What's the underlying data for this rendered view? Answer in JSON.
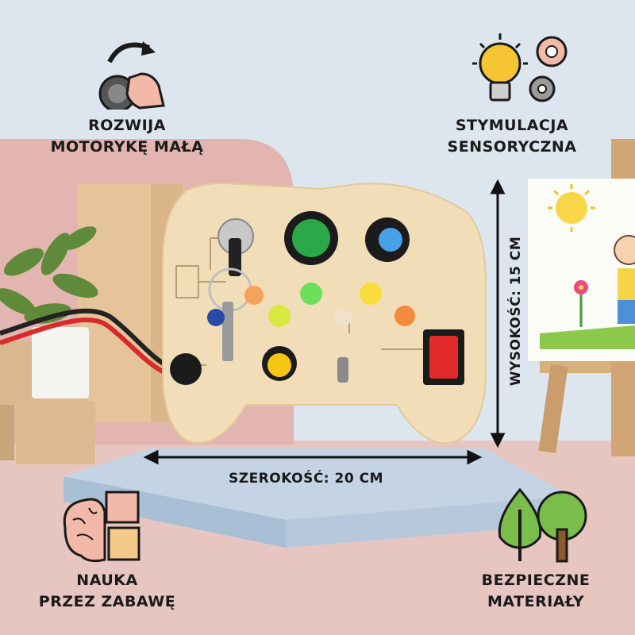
{
  "features": {
    "fine_motor": {
      "line1": "ROZWIJA",
      "line2": "MOTORYKĘ MAŁĄ",
      "icon": "hand-turning-knob-icon"
    },
    "sensory": {
      "line1": "STYMULACJA",
      "line2": "SENSORYCZNA",
      "icon": "lightbulb-gears-icon"
    },
    "learning": {
      "line1": "NAUKA",
      "line2": "PRZEZ ZABAWĘ",
      "icon": "brain-puzzle-icon"
    },
    "safe": {
      "line1": "BEZPIECZNE",
      "line2": "MATERIAŁY",
      "icon": "trees-icon"
    }
  },
  "dimensions": {
    "width_label": "SZEROKOŚĆ: 20 CM",
    "height_label": "WYSOKOŚĆ: 15 CM"
  },
  "colors": {
    "background_wall": "#dfe6ee",
    "table_pink": "#e8c4c0",
    "arch_pink": "#e6b4b0",
    "wood": "#f0dcb4",
    "pedestal_blue": "#b4c8dc",
    "led_green": "#22b14c",
    "led_yellow": "#f5d020",
    "led_orange": "#f08040",
    "switch_red": "#e02020",
    "knob_blue": "#3a8fd8",
    "icon_peach": "#f2b8a8"
  }
}
